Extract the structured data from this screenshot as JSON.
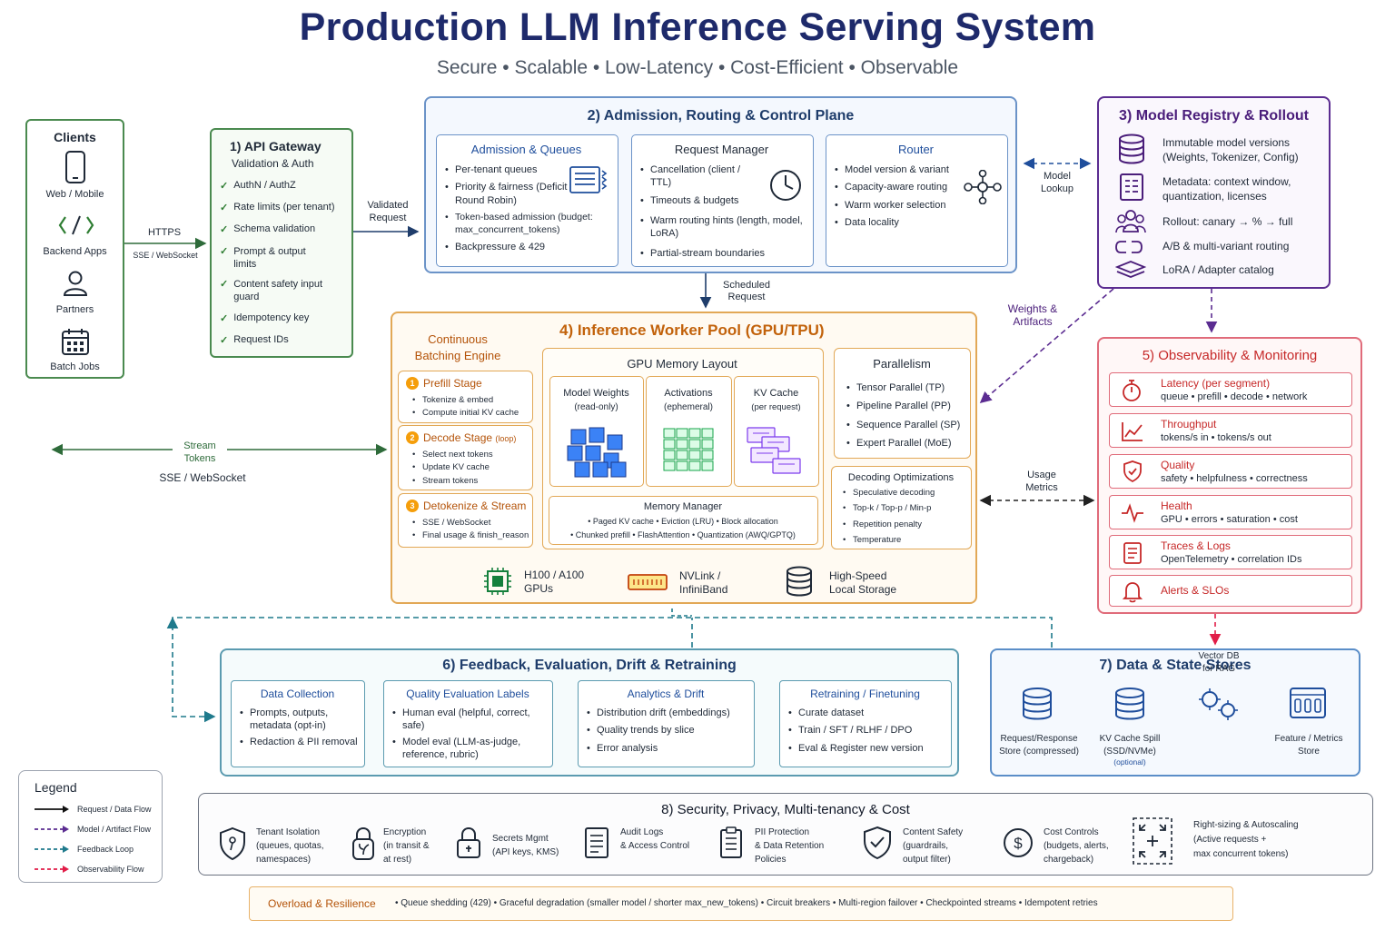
{
  "title": "Production LLM Inference Serving System",
  "subtitle": "Secure • Scalable • Low-Latency • Cost-Efficient • Observable",
  "clients": {
    "title": "Clients",
    "items": [
      {
        "label": "Web / Mobile",
        "icon": "phone-icon"
      },
      {
        "label": "Backend Apps",
        "icon": "code-icon"
      },
      {
        "label": "Partners",
        "icon": "user-icon"
      },
      {
        "label": "Batch Jobs",
        "icon": "calendar-icon"
      }
    ]
  },
  "conn_https": {
    "label": "HTTPS",
    "sub": "SSE / WebSocket"
  },
  "gateway": {
    "title": "1) API Gateway",
    "subtitle": "Validation & Auth",
    "items": [
      "AuthN / AuthZ",
      "Rate limits (per tenant)",
      "Schema validation",
      "Prompt & output limits",
      "Content safety input guard",
      "Idempotency key",
      "Request IDs"
    ]
  },
  "conn_validated": "Validated Request",
  "admission": {
    "title": "2) Admission, Routing & Control Plane",
    "queues": {
      "title": "Admission & Queues",
      "items": [
        "Per-tenant queues",
        "Priority & fairness (Deficit Round Robin)",
        "Token-based admission (budget: max_concurrent_tokens)",
        "Backpressure & 429"
      ]
    },
    "request_manager": {
      "title": "Request Manager",
      "items": [
        "Cancellation (client / TTL)",
        "Timeouts & budgets",
        "Warm routing hints (length, model, LoRA)",
        "Partial-stream boundaries"
      ]
    },
    "router": {
      "title": "Router",
      "items": [
        "Model version & variant",
        "Capacity-aware routing",
        "Warm worker selection",
        "Data locality"
      ]
    }
  },
  "conn_model_lookup": "Model Lookup",
  "registry": {
    "title": "3) Model Registry & Rollout",
    "items": [
      {
        "label": "Immutable model versions (Weights, Tokenizer, Config)",
        "icon": "database-icon"
      },
      {
        "label": "Metadata: context window, quantization, licenses",
        "icon": "document-icon"
      },
      {
        "label": "Rollout: canary → % → full",
        "icon": "users-icon"
      },
      {
        "label": "A/B & multi-variant routing",
        "icon": "split-icon"
      },
      {
        "label": "LoRA / Adapter catalog",
        "icon": "layers-icon"
      }
    ]
  },
  "conn_scheduled": "Scheduled Request",
  "conn_weights": "Weights & Artifacts",
  "worker_pool": {
    "title": "4) Inference Worker Pool (GPU/TPU)",
    "batching_title": "Continuous Batching Engine",
    "stages": [
      {
        "num": "1",
        "title": "Prefill Stage",
        "items": [
          "Tokenize & embed",
          "Compute initial KV cache"
        ]
      },
      {
        "num": "2",
        "title": "Decode Stage",
        "title_suffix": "(loop)",
        "items": [
          "Select next tokens",
          "Update KV cache",
          "Stream tokens"
        ]
      },
      {
        "num": "3",
        "title": "Detokenize & Stream",
        "items": [
          "SSE / WebSocket",
          "Final usage & finish_reason"
        ]
      }
    ],
    "memory_layout": {
      "title": "GPU Memory Layout",
      "cells": [
        {
          "title": "Model Weights",
          "sub": "(read-only)"
        },
        {
          "title": "Activations",
          "sub": "(ephemeral)"
        },
        {
          "title": "KV Cache",
          "sub": "(per request)"
        }
      ],
      "manager_title": "Memory Manager",
      "manager_line1": "•  Paged KV cache  •  Eviction (LRU)  •  Block allocation",
      "manager_line2": "•  Chunked prefill  •  FlashAttention  •  Quantization (AWQ/GPTQ)"
    },
    "parallelism": {
      "title": "Parallelism",
      "items": [
        "Tensor Parallel (TP)",
        "Pipeline Parallel (PP)",
        "Sequence Parallel (SP)",
        "Expert Parallel (MoE)"
      ]
    },
    "decoding": {
      "title": "Decoding Optimizations",
      "items": [
        "Speculative decoding",
        "Top-k / Top-p / Min-p",
        "Repetition penalty",
        "Temperature"
      ]
    },
    "hardware": [
      {
        "label": "H100 / A100 GPUs",
        "line1": "H100 / A100",
        "line2": "GPUs",
        "icon": "gpu-chip-icon"
      },
      {
        "label": "NVLink / InfiniBand",
        "line1": "NVLink /",
        "line2": "InfiniBand",
        "icon": "interconnect-icon"
      },
      {
        "label": "High-Speed Local Storage",
        "line1": "High-Speed",
        "line2": "Local Storage",
        "icon": "storage-icon"
      }
    ]
  },
  "conn_stream": {
    "label1": "Stream",
    "label2": "Tokens",
    "sub": "SSE / WebSocket"
  },
  "conn_usage": {
    "label1": "Usage",
    "label2": "Metrics"
  },
  "observability": {
    "title": "5) Observability & Monitoring",
    "items": [
      {
        "title": "Latency (per segment)",
        "sub": "queue • prefill • decode • network",
        "icon": "stopwatch-icon"
      },
      {
        "title": "Throughput",
        "sub": "tokens/s in • tokens/s out",
        "icon": "trend-chart-icon"
      },
      {
        "title": "Quality",
        "sub": "safety • helpfulness • correctness",
        "icon": "shield-check-icon"
      },
      {
        "title": "Health",
        "sub": "GPU • errors • saturation • cost",
        "icon": "pulse-icon"
      },
      {
        "title": "Traces & Logs",
        "sub": "OpenTelemetry • correlation IDs",
        "icon": "log-icon"
      },
      {
        "title": "Alerts & SLOs",
        "sub": "",
        "icon": "bell-icon"
      }
    ]
  },
  "feedback": {
    "title": "6) Feedback, Evaluation, Drift & Retraining",
    "cards": [
      {
        "title": "Data Collection",
        "items": [
          "Prompts, outputs, metadata (opt-in)",
          "Redaction & PII removal"
        ]
      },
      {
        "title": "Quality Evaluation Labels",
        "items": [
          "Human eval (helpful, correct, safe)",
          "Model eval (LLM-as-judge, reference, rubric)"
        ]
      },
      {
        "title": "Analytics & Drift",
        "items": [
          "Distribution drift (embeddings)",
          "Quality trends by slice",
          "Error analysis"
        ]
      },
      {
        "title": "Retraining / Finetuning",
        "items": [
          "Curate dataset",
          "Train / SFT / RLHF / DPO",
          "Eval & Register new version"
        ]
      }
    ]
  },
  "stores": {
    "title": "7)  Data & State Stores",
    "items": [
      {
        "label1": "Request/Response",
        "label2": "Store (compressed)",
        "note": "",
        "icon": "database-icon"
      },
      {
        "label1": "KV Cache Spill",
        "label2": "(SSD/NVMe)",
        "note": "(optional)",
        "icon": "database-icon"
      },
      {
        "label1": "Vector DB",
        "label2": "for RAG",
        "note": "",
        "icon": "vector-icon"
      },
      {
        "label1": "Feature / Metrics",
        "label2": "Store",
        "note": "",
        "icon": "metrics-store-icon"
      }
    ]
  },
  "legend": {
    "title": "Legend",
    "items": [
      {
        "label": "Request / Data Flow",
        "color": "#111111",
        "dashed": false
      },
      {
        "label": "Model / Artifact Flow",
        "color": "#5b2c91",
        "dashed": true
      },
      {
        "label": "Feedback Loop",
        "color": "#1f7a8c",
        "dashed": true
      },
      {
        "label": "Observability Flow",
        "color": "#e11d48",
        "dashed": true
      }
    ]
  },
  "security": {
    "title": "8)  Security, Privacy, Multi-tenancy & Cost",
    "items": [
      {
        "line1": "Tenant Isolation",
        "line2": "(queues, quotas,",
        "line3": "namespaces)",
        "icon": "shield-key-icon"
      },
      {
        "line1": "Encryption",
        "line2": "(in transit  &",
        "line3": "at rest)",
        "icon": "lock-leaf-icon"
      },
      {
        "line1": "Secrets Mgmt",
        "line2": "(API keys, KMS)",
        "line3": "",
        "icon": "padlock-icon"
      },
      {
        "line1": "Audit Logs",
        "line2": "& Access Control",
        "line3": "",
        "icon": "audit-doc-icon"
      },
      {
        "line1": "PII Protection",
        "line2": "& Data Retention",
        "line3": "Policies",
        "icon": "pii-doc-icon"
      },
      {
        "line1": "Content Safety",
        "line2": "(guardrails,",
        "line3": "output filter)",
        "icon": "shield-check-icon"
      },
      {
        "line1": "Cost Controls",
        "line2": "(budgets, alerts,",
        "line3": "chargeback)",
        "icon": "dollar-icon"
      },
      {
        "line1": "Right-sizing & Autoscaling",
        "line2": "(Active requests +",
        "line3": "max concurrent tokens)",
        "icon": "scale-arrows-icon"
      }
    ]
  },
  "resilience": {
    "title": "Overload & Resilience",
    "text": "•  Queue shedding (429)  •  Graceful degradation (smaller model / shorter max_new_tokens)  •  Circuit breakers  •  Multi-region failover  •  Checkpointed streams  •  Idempotent retries"
  },
  "colors": {
    "navy": "#1e2a6b",
    "green": "#2e7d32",
    "blue": "#1f4e9c",
    "purple": "#4a1d7a",
    "orange": "#d97706",
    "red": "#c62828",
    "teal": "#1f7a8c"
  }
}
